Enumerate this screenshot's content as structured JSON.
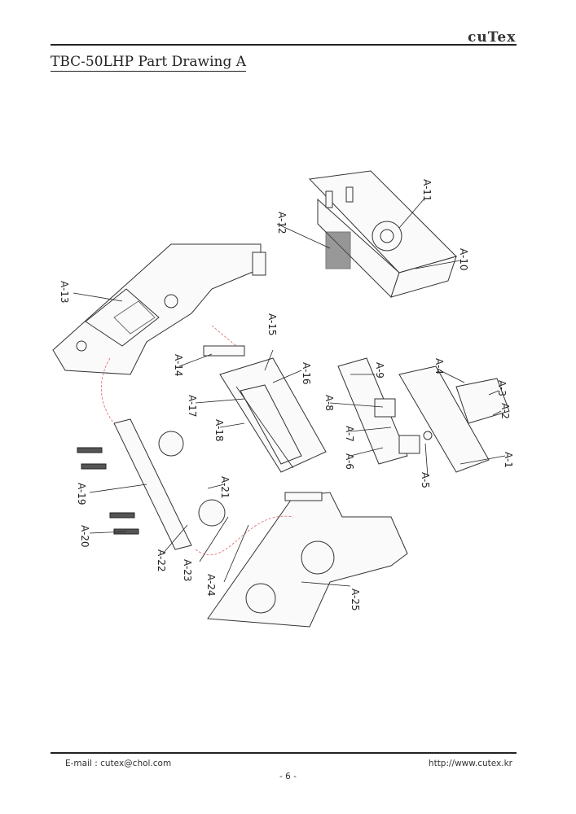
{
  "header": {
    "brand": "cuTex",
    "title": "TBC-50LHP  Part  Drawing  A"
  },
  "drawing": {
    "labels": [
      "A-1",
      "A-2",
      "A-3",
      "A-4",
      "A-5",
      "A-6",
      "A-7",
      "A-8",
      "A-9",
      "A-10",
      "A-11",
      "A-12",
      "A-13",
      "A-14",
      "A-15",
      "A-16",
      "A-17",
      "A-18",
      "A-19",
      "A-20",
      "A-21",
      "A-22",
      "A-23",
      "A-24",
      "A-25"
    ]
  },
  "footer": {
    "email": "E-mail : cutex@chol.com",
    "website": "http://www.cutex.kr",
    "page_number": "- 6 -"
  }
}
